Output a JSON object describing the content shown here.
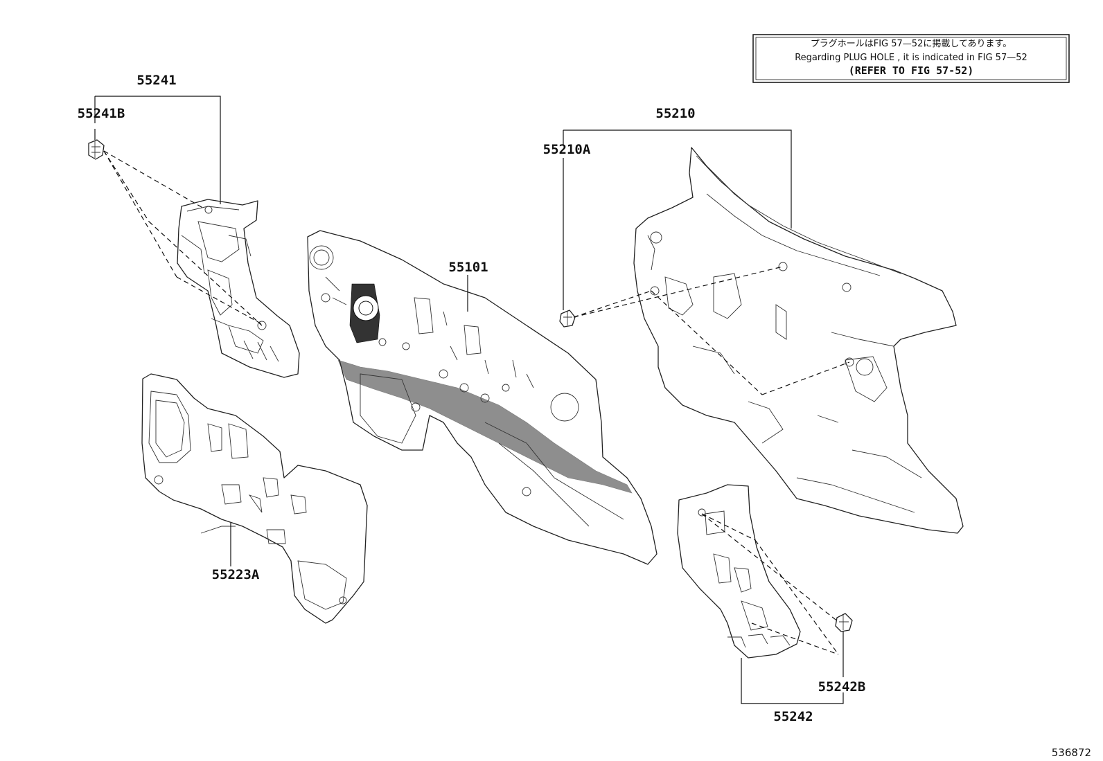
{
  "note": {
    "line_jp": "プラグホールはFIG 57—52に掲載してあります。",
    "line_en": "Regarding PLUG HOLE , it is indicated in FIG 57—52",
    "line_ref": "(REFER TO FIG 57-52)"
  },
  "labels": {
    "p55241": "55241",
    "p55241B": "55241B",
    "p55210": "55210",
    "p55210A": "55210A",
    "p55101": "55101",
    "p55223A": "55223A",
    "p55242B": "55242B",
    "p55242": "55242"
  },
  "figure_id": "536872"
}
